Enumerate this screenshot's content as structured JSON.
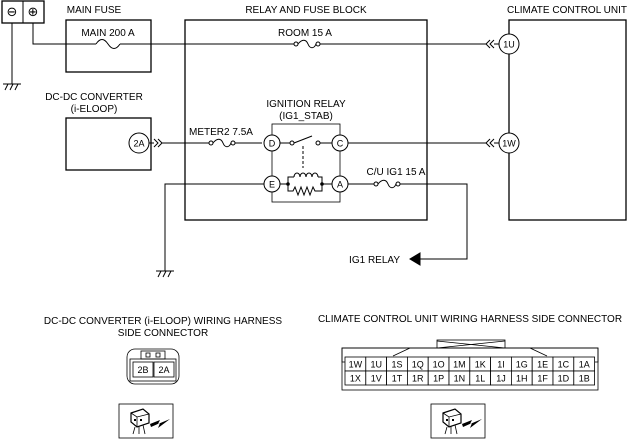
{
  "battery": {
    "minus": "⊖",
    "plus": "⊕"
  },
  "main_fuse": {
    "title": "MAIN FUSE",
    "fuse": "MAIN 200 A"
  },
  "relay_block": {
    "title": "RELAY AND FUSE BLOCK",
    "room_fuse": "ROOM 15 A",
    "meter_fuse": "METER2 7.5A",
    "relay_title_1": "IGNITION RELAY",
    "relay_title_2": "(IG1_STAB)",
    "cu_fuse": "C/U IG1 15 A",
    "terminals": {
      "d": "D",
      "c": "C",
      "e": "E",
      "a": "A"
    }
  },
  "climate_unit": {
    "title": "CLIMATE CONTROL UNIT",
    "pin_top": "1U",
    "pin_bottom": "1W"
  },
  "dcdc": {
    "title_1": "DC-DC CONVERTER",
    "title_2": "(i-ELOOP)",
    "pin": "2A"
  },
  "ig1_relay": "IG1 RELAY",
  "dcdc_connector": {
    "title_1": "DC-DC CONVERTER (i-ELOOP) WIRING HARNESS",
    "title_2": "SIDE CONNECTOR",
    "pins": [
      "2B",
      "2A"
    ]
  },
  "ccu_connector": {
    "title": "CLIMATE CONTROL UNIT WIRING HARNESS SIDE CONNECTOR",
    "row1": [
      "1W",
      "1U",
      "1S",
      "1Q",
      "1O",
      "1M",
      "1K",
      "1I",
      "1G",
      "1E",
      "1C",
      "1A"
    ],
    "row2": [
      "1X",
      "1V",
      "1T",
      "1R",
      "1P",
      "1N",
      "1L",
      "1J",
      "1H",
      "1F",
      "1D",
      "1B"
    ]
  }
}
